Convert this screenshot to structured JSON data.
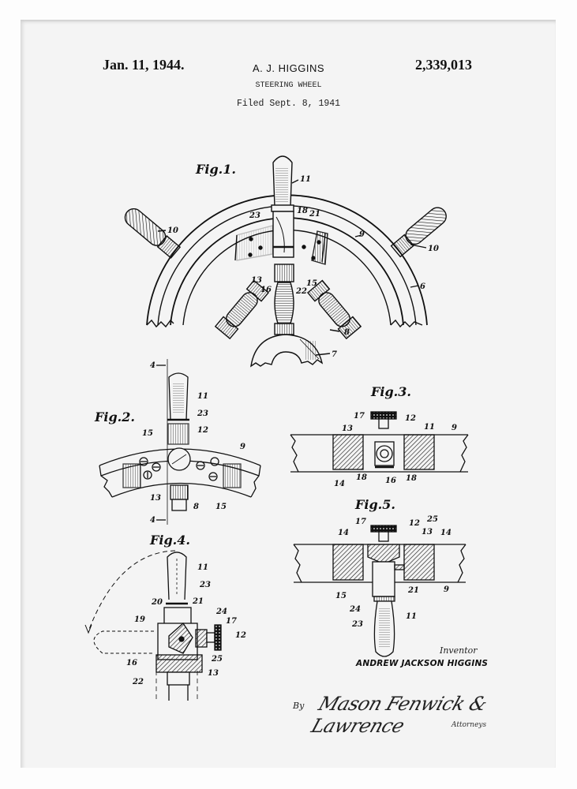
{
  "header": {
    "date": "Jan. 11, 1944.",
    "inventor_short": "A. J. HIGGINS",
    "patent_number": "2,339,013",
    "title": "STEERING WHEEL",
    "filed": "Filed Sept. 8, 1941"
  },
  "figures": {
    "fig1": {
      "label": "Fig.1.",
      "callouts": [
        "11",
        "23",
        "18",
        "21",
        "10",
        "9",
        "10",
        "6",
        "13",
        "16",
        "22",
        "15",
        "8",
        "7"
      ]
    },
    "fig2": {
      "label": "Fig.2.",
      "section_marks": [
        "4",
        "4"
      ],
      "callouts": [
        "11",
        "23",
        "12",
        "15",
        "9",
        "13",
        "8",
        "15"
      ]
    },
    "fig3": {
      "label": "Fig.3.",
      "callouts": [
        "17",
        "12",
        "13",
        "11",
        "9",
        "14",
        "18",
        "16",
        "18"
      ]
    },
    "fig4": {
      "label": "Fig.4.",
      "callouts": [
        "11",
        "23",
        "20",
        "21",
        "24",
        "19",
        "17",
        "12",
        "16",
        "25",
        "22",
        "13"
      ]
    },
    "fig5": {
      "label": "Fig.5.",
      "callouts": [
        "17",
        "12",
        "25",
        "14",
        "13",
        "14",
        "15",
        "21",
        "9",
        "24",
        "23",
        "11"
      ]
    }
  },
  "inventor": {
    "label": "Inventor",
    "name": "ANDREW JACKSON HIGGINS"
  },
  "signature": {
    "by": "By",
    "text": "Mason Fenwick & Lawrence",
    "role": "Attorneys"
  },
  "colors": {
    "paper": "#f4f4f4",
    "frame": "#fdfdfd",
    "ink": "#111111"
  }
}
